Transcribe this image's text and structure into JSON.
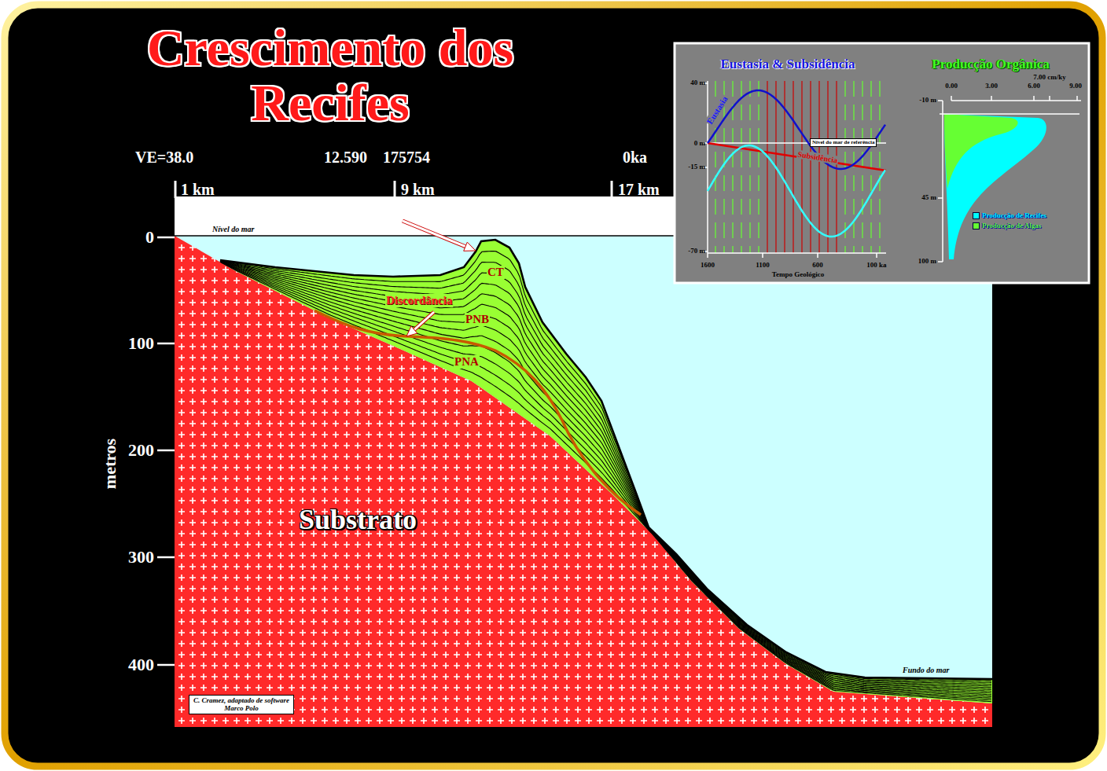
{
  "diagram": {
    "title": "Crescimento dos Recifes",
    "nodes": [
      {
        "text": [
          "C. Cramez, adaptado de software Marco Polo"
        ]
      },
      {
        "text": [
          "Nível do mar de referência"
        ]
      }
    ],
    "labels": [
      "VE=38.0",
      "12.590",
      "175754",
      "0ka",
      "1 km",
      "9 km",
      "17 km",
      "0",
      "100",
      "200",
      "300",
      "400",
      "metros",
      "Nível do mar",
      "CT",
      "Discordância",
      "PNB",
      "PNA",
      "Substrato",
      "Fundo do mar",
      "Eustasia & Subsidência",
      "40 m",
      "0 m",
      "-15 m",
      "-70 m",
      "Eustasia",
      "Subsidência",
      "1600",
      "1100",
      "600",
      "100 ka",
      "Tempo Geológico",
      "Producção Orgânica",
      "0.00",
      "3.00",
      "6.00",
      "7.00 cm/ky",
      "9.00",
      "-10 m",
      "45 m",
      "100 m"
    ],
    "legend": [
      {
        "text": "Producção de Recifes",
        "color": "#00ffff"
      },
      {
        "text": "Producção de Algas",
        "color": "#66ff33"
      }
    ]
  }
}
